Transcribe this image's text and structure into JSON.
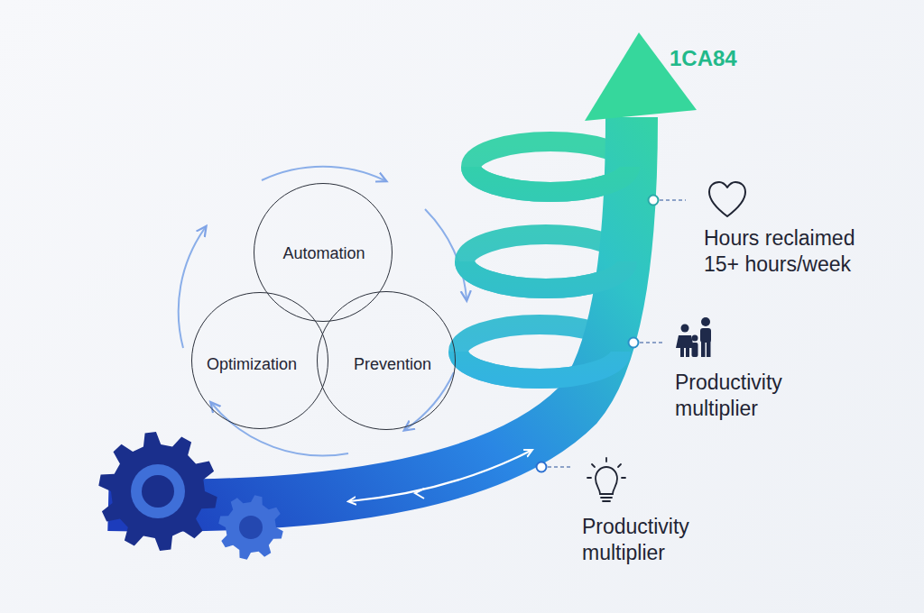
{
  "diagram": {
    "nodes": [
      {
        "text": [
          "Automation"
        ]
      },
      {
        "text": [
          "Optimization"
        ]
      },
      {
        "text": [
          "Prevention"
        ]
      }
    ],
    "labels": [
      "1CA84",
      "Hours reclaimed 15+ hours/week",
      "Productivity multiplier",
      "Productivity multiplier"
    ]
  }
}
